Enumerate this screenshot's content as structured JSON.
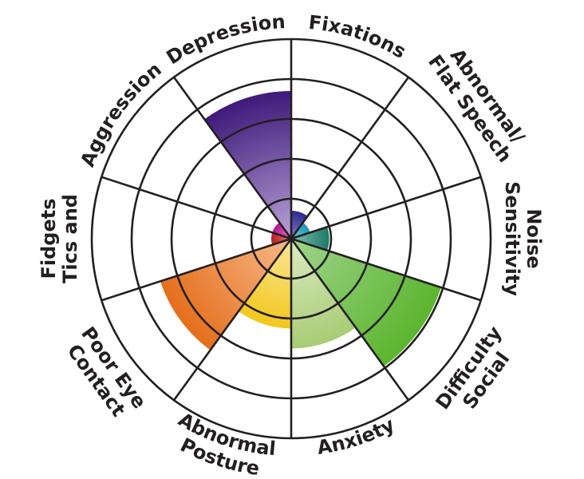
{
  "chart_data": {
    "type": "polar-area",
    "title": "",
    "scale": {
      "min": 0,
      "max": 5,
      "rings": [
        1,
        2,
        3,
        4,
        5
      ]
    },
    "start_angle_deg": 0,
    "direction": "clockwise",
    "grid": true,
    "categories": [
      {
        "name": "Fixations",
        "lines": [
          "Fixations"
        ],
        "value": 0.7,
        "color_inner": "#7f7fc8",
        "color_outer": "#2e2a8c",
        "label_style": "arc"
      },
      {
        "name": "Abnormal/Flat Speech",
        "lines": [
          "Abnormal/",
          "Flat Speech"
        ],
        "value": 0.5,
        "color_inner": "#6fd0e6",
        "color_outer": "#1b97b7",
        "label_style": "radial-down"
      },
      {
        "name": "Noise Sensitivity",
        "lines": [
          "Noise",
          "Sensitivity"
        ],
        "value": 0.95,
        "color_inner": "#7cc3b0",
        "color_outer": "#1e7a68",
        "label_style": "radial-down"
      },
      {
        "name": "Social Difficulty",
        "lines": [
          "Social",
          "Difficulty"
        ],
        "value": 3.95,
        "color_inner": "#9fd48a",
        "color_outer": "#5bb52f",
        "label_style": "radial-up"
      },
      {
        "name": "Anxiety",
        "lines": [
          "Anxiety"
        ],
        "value": 2.75,
        "color_inner": "#dcebc4",
        "color_outer": "#a8cc74",
        "label_style": "arc-bottom"
      },
      {
        "name": "Abnormal Posture",
        "lines": [
          "Abnormal",
          "Posture"
        ],
        "value": 2.25,
        "color_inner": "#fbe79a",
        "color_outer": "#f2c81c",
        "label_style": "arc-bottom"
      },
      {
        "name": "Poor Eye Contact",
        "lines": [
          "Poor Eye",
          "Contact"
        ],
        "value": 3.45,
        "color_inner": "#f8b98a",
        "color_outer": "#e46f1c",
        "label_style": "radial-down-left"
      },
      {
        "name": "Tics and Fidgets",
        "lines": [
          "Tics and",
          "Fidgets"
        ],
        "value": 0.5,
        "color_inner": "#ea6f6a",
        "color_outer": "#b81e24",
        "label_style": "radial-up-left"
      },
      {
        "name": "Aggression",
        "lines": [
          "Aggression"
        ],
        "value": 0.5,
        "color_inner": "#f07ad0",
        "color_outer": "#b3128f",
        "label_style": "arc"
      },
      {
        "name": "Depression",
        "lines": [
          "Depression"
        ],
        "value": 3.7,
        "color_inner": "#b8a3d8",
        "color_outer": "#3e1a7a",
        "label_style": "arc"
      }
    ],
    "stroke_color": "#231f20"
  }
}
